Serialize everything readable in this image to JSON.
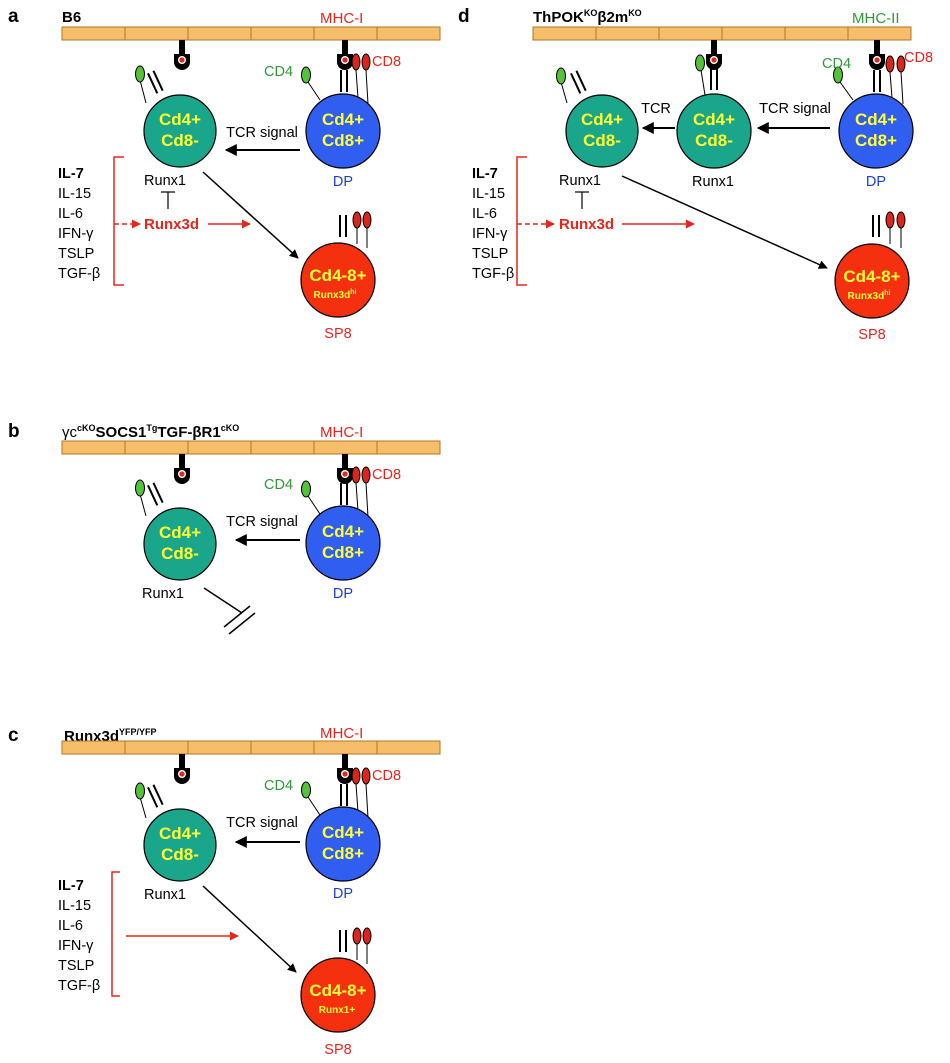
{
  "panels": {
    "a": {
      "letter": "a",
      "title": "B6",
      "mhc": "MHC-I",
      "tcr_signal": "TCR signal",
      "cd4": "CD4",
      "cd8": "CD8",
      "cd4sp_line1": "Cd4+",
      "cd4sp_line2": "Cd8-",
      "dp_line1": "Cd4+",
      "dp_line2": "Cd8+",
      "dp_label": "DP",
      "runx1": "Runx1",
      "runx3d": "Runx3d",
      "sp8_line1": "Cd4-8+",
      "sp8_sub": "Runx3d",
      "sp8_sub_sup": "hi",
      "sp8_label": "SP8",
      "cytokines": [
        "IL-7",
        "IL-15",
        "IL-6",
        "IFN-γ",
        "TSLP",
        "TGF-β"
      ]
    },
    "b": {
      "letter": "b",
      "title_parts": [
        "γc",
        "cKO",
        "SOCS1",
        "Tg",
        "TGF-βR1",
        "cKO"
      ],
      "mhc": "MHC-I",
      "tcr_signal": "TCR signal",
      "cd4": "CD4",
      "cd8": "CD8",
      "cd4sp_line1": "Cd4+",
      "cd4sp_line2": "Cd8-",
      "dp_line1": "Cd4+",
      "dp_line2": "Cd8+",
      "dp_label": "DP",
      "runx1": "Runx1"
    },
    "c": {
      "letter": "c",
      "title": "Runx3d",
      "title_sup": "YFP/YFP",
      "mhc": "MHC-I",
      "tcr_signal": "TCR signal",
      "cd4": "CD4",
      "cd8": "CD8",
      "cd4sp_line1": "Cd4+",
      "cd4sp_line2": "Cd8-",
      "dp_line1": "Cd4+",
      "dp_line2": "Cd8+",
      "dp_label": "DP",
      "runx1": "Runx1",
      "sp8_line1": "Cd4-8+",
      "sp8_sub": "Runx1+",
      "sp8_label": "SP8",
      "cytokines": [
        "IL-7",
        "IL-15",
        "IL-6",
        "IFN-γ",
        "TSLP",
        "TGF-β"
      ]
    },
    "d": {
      "letter": "d",
      "title_parts": [
        "ThPOK",
        "KO",
        "β2m",
        "KO"
      ],
      "mhc": "MHC-II",
      "tcr": "TCR",
      "tcr_signal": "TCR signal",
      "cd4": "CD4",
      "cd8": "CD8",
      "cd4sp1_line1": "Cd4+",
      "cd4sp1_line2": "Cd8-",
      "cd4sp2_line1": "Cd4+",
      "cd4sp2_line2": "Cd8-",
      "dp_line1": "Cd4+",
      "dp_line2": "Cd8+",
      "dp_label": "DP",
      "runx1_a": "Runx1",
      "runx1_b": "Runx1",
      "runx3d": "Runx3d",
      "sp8_line1": "Cd4-8+",
      "sp8_sub": "Runx3d",
      "sp8_sub_sup": "hi",
      "sp8_label": "SP8",
      "cytokines": [
        "IL-7",
        "IL-15",
        "IL-6",
        "IFN-γ",
        "TSLP",
        "TGF-β"
      ]
    }
  },
  "colors": {
    "membrane": "#f6be6b",
    "membrane_edge": "#b3761f",
    "teal_cell": "#1aa68a",
    "dp_cell": "#2f5ef0",
    "sp8_cell": "#f5300f",
    "cd4_coreceptor": "#55c23a",
    "cd8_coreceptor": "#d9261c",
    "red_arrow": "#e8251b"
  }
}
